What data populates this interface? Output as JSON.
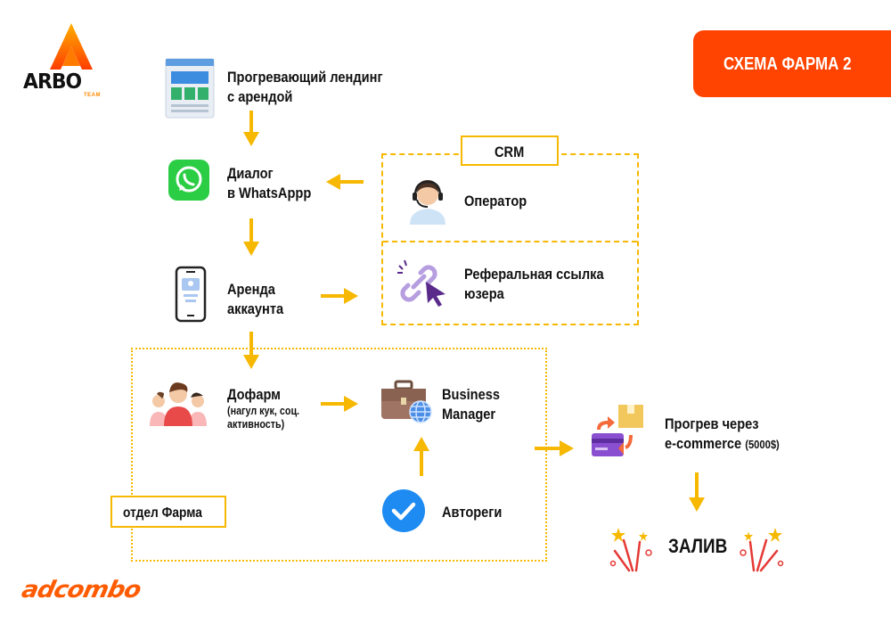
{
  "header": {
    "logo_text": "ARBO",
    "logo_subtext": "TEAM",
    "title": "СХЕМА ФАРМА 2",
    "brand_footer": "adcombo"
  },
  "colors": {
    "accent_orange": "#ff4300",
    "arrow_yellow": "#f6b800",
    "dashed_border": "#f6b800"
  },
  "nodes": {
    "landing": {
      "line1": "Прогревающий лендинг",
      "line2": "с арендой",
      "icon": "landing-page-icon"
    },
    "whatsapp": {
      "line1": "Диалог",
      "line2": "в WhatsAppp",
      "icon": "whatsapp-icon"
    },
    "rent": {
      "line1": "Аренда",
      "line2": "аккаунта",
      "icon": "smartphone-icon"
    },
    "operator": {
      "line1": "Оператор",
      "icon": "operator-headset-icon"
    },
    "referral": {
      "line1": "Реферальная ссылка",
      "line2": "юзера",
      "icon": "link-cursor-icon"
    },
    "dofarm": {
      "line1": "Дофарм",
      "line2": "(нагул кук, соц.",
      "line3": "активность)",
      "icon": "people-group-icon"
    },
    "bm": {
      "line1": "Business",
      "line2": "Manager",
      "icon": "briefcase-globe-icon"
    },
    "autoreg": {
      "line1": "Автореги",
      "icon": "check-badge-icon"
    },
    "ecommerce": {
      "line1": "Прогрев через",
      "line2_main": "e-commerce",
      "line2_paren": "(5000$)",
      "icon": "payment-box-icon"
    },
    "launch": {
      "line1": "ЗАЛИВ",
      "icon": "fireworks-icon"
    }
  },
  "groups": {
    "crm": {
      "label": "CRM"
    },
    "farm": {
      "label": "отдел Фарма"
    }
  }
}
